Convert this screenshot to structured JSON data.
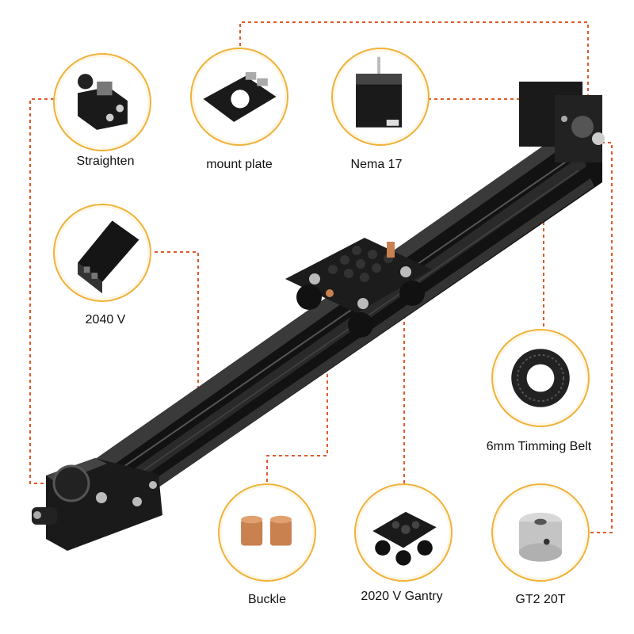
{
  "components": [
    {
      "id": "straighten",
      "label": "Straighten"
    },
    {
      "id": "mount-plate",
      "label": "mount plate"
    },
    {
      "id": "nema17",
      "label": "Nema 17"
    },
    {
      "id": "rail-2040v",
      "label": "2040 V"
    },
    {
      "id": "timing-belt",
      "label": "6mm Timming Belt"
    },
    {
      "id": "buckle",
      "label": "Buckle"
    },
    {
      "id": "gantry",
      "label": "2020 V Gantry"
    },
    {
      "id": "pulley",
      "label": "GT2 20T"
    }
  ],
  "colors": {
    "leader_line": "#e05a2b",
    "circle_border": "#f0b23a",
    "aluminum": "#1a1a1a",
    "copper": "#c9814f"
  }
}
